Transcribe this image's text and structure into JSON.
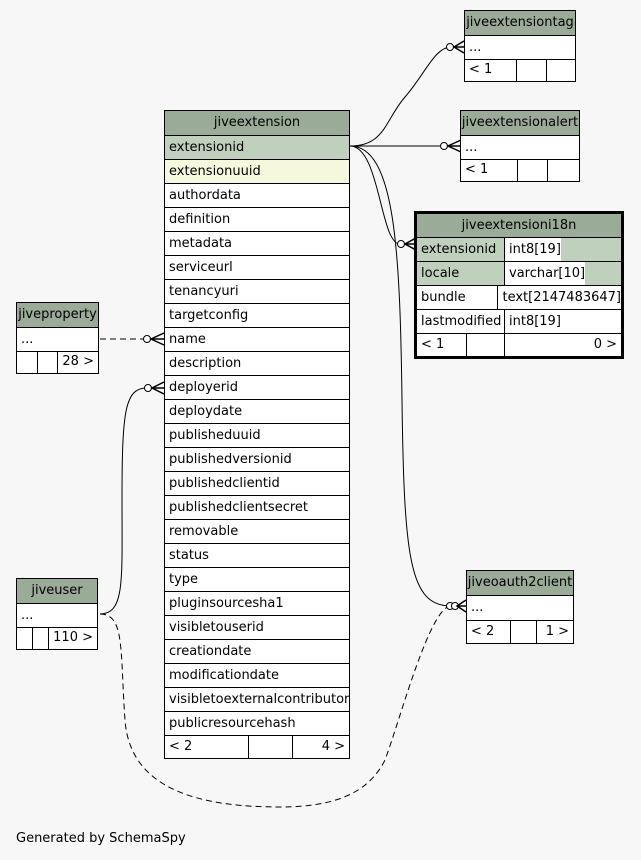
{
  "footer_text": "Generated by SchemaSpy",
  "tables": {
    "jiveextensiontag": {
      "name": "jiveextensiontag",
      "rows": [
        "..."
      ],
      "footer": [
        "< 1",
        "",
        ""
      ]
    },
    "jiveextensionalert": {
      "name": "jiveextensionalert",
      "rows": [
        "..."
      ],
      "footer": [
        "< 1",
        "",
        ""
      ]
    },
    "jiveextensioni18n": {
      "name": "jiveextensioni18n",
      "columns": [
        {
          "name": "extensionid",
          "type": "int8[19]"
        },
        {
          "name": "locale",
          "type": "varchar[10]"
        },
        {
          "name": "bundle",
          "type": "text[2147483647]"
        },
        {
          "name": "lastmodified",
          "type": "int8[19]"
        }
      ],
      "footer": [
        "< 1",
        "",
        "0 >"
      ]
    },
    "jiveextension": {
      "name": "jiveextension",
      "columns": [
        "extensionid",
        "extensionuuid",
        "authordata",
        "definition",
        "metadata",
        "serviceurl",
        "tenancyuri",
        "targetconfig",
        "name",
        "description",
        "deployerid",
        "deploydate",
        "publisheduuid",
        "publishedversionid",
        "publishedclientid",
        "publishedclientsecret",
        "removable",
        "status",
        "type",
        "pluginsourcesha1",
        "visibletouserid",
        "creationdate",
        "modificationdate",
        "visibletoexternalcontributors",
        "publicresourcehash"
      ],
      "footer": [
        "< 2",
        "",
        "4 >"
      ]
    },
    "jiveproperty": {
      "name": "jiveproperty",
      "rows": [
        "..."
      ],
      "footer": [
        "",
        "",
        "28 >"
      ]
    },
    "jiveuser": {
      "name": "jiveuser",
      "rows": [
        "..."
      ],
      "footer": [
        "",
        "",
        "110 >"
      ]
    },
    "jiveoauth2client": {
      "name": "jiveoauth2client",
      "rows": [
        "..."
      ],
      "footer": [
        "< 2",
        "",
        "1 >"
      ]
    }
  }
}
